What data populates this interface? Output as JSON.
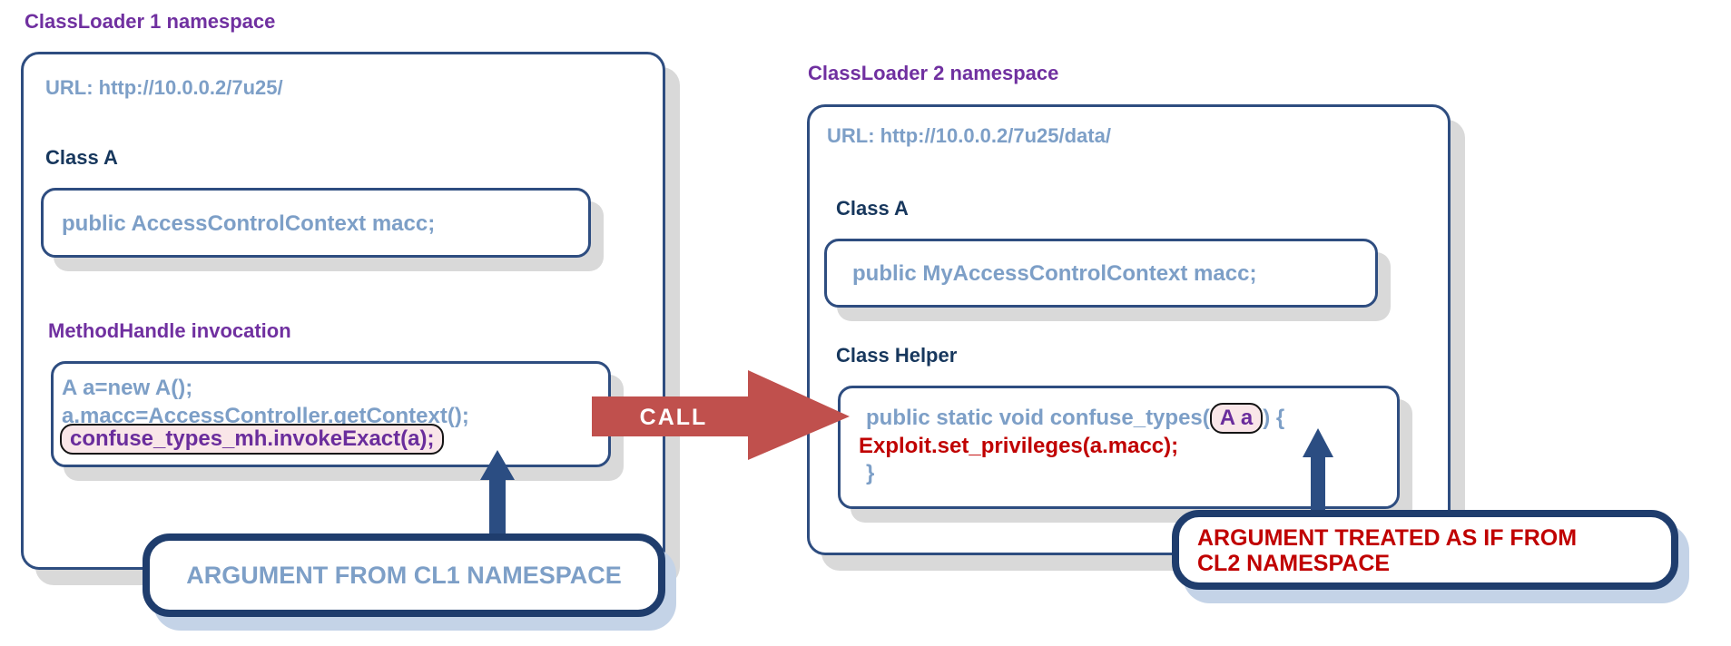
{
  "colors": {
    "title-purple": "#7030a0",
    "code-blue": "#7d9fc7",
    "label-navy": "#17375d",
    "box-border": "#2e4d80",
    "annotation-border": "#1f3d6d",
    "arrow-navy": "#2b4d82",
    "call-red": "#c0504d",
    "code-red": "#c00000",
    "pill-purple": "#6a2d9c",
    "pill-bg": "#f9e6e8",
    "shadow-gray": "#d9d9d9",
    "shadow-blue": "#c4d3e7"
  },
  "left_panel": {
    "title": "ClassLoader 1 namespace",
    "url": "URL: http://10.0.0.2/7u25/",
    "class_a_label": "Class A",
    "class_a_code": "public AccessControlContext macc;",
    "mh_label": "MethodHandle invocation",
    "code_line1": "A a=new A();",
    "code_line2": "a.macc=AccessController.getContext();",
    "code_line3": "confuse_types_mh.invokeExact(a);",
    "annotation": "ARGUMENT FROM CL1 NAMESPACE"
  },
  "call_arrow": {
    "label": "CALL"
  },
  "right_panel": {
    "title": "ClassLoader 2 namespace",
    "url": "URL: http://10.0.0.2/7u25/data/",
    "class_a_label": "Class A",
    "class_a_code": "public MyAccessControlContext macc;",
    "helper_label": "Class Helper",
    "helper_line1_prefix": "public static void confuse_types(",
    "helper_line1_arg": "A a",
    "helper_line1_suffix": ") {",
    "helper_line2": "Exploit.set_privileges(a.macc);",
    "helper_line3": "}",
    "annotation_line1": "ARGUMENT TREATED AS IF FROM",
    "annotation_line2": "CL2 NAMESPACE"
  }
}
